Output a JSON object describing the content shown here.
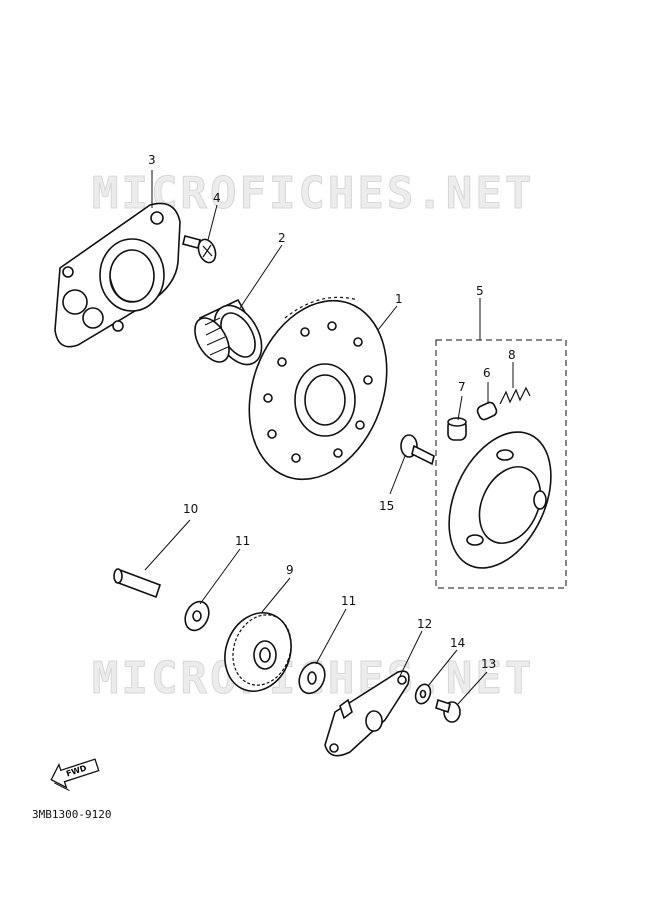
{
  "watermark": "MICROFICHES.NET",
  "diagram_code": "3MB1300-9120",
  "fwd_label": "FWD",
  "callouts": {
    "c1": "1",
    "c2": "2",
    "c3": "3",
    "c4": "4",
    "c5": "5",
    "c6": "6",
    "c7": "7",
    "c8": "8",
    "c9": "9",
    "c10": "10",
    "c11a": "11",
    "c11b": "11",
    "c12": "12",
    "c13": "13",
    "c14": "14",
    "c15": "15"
  }
}
